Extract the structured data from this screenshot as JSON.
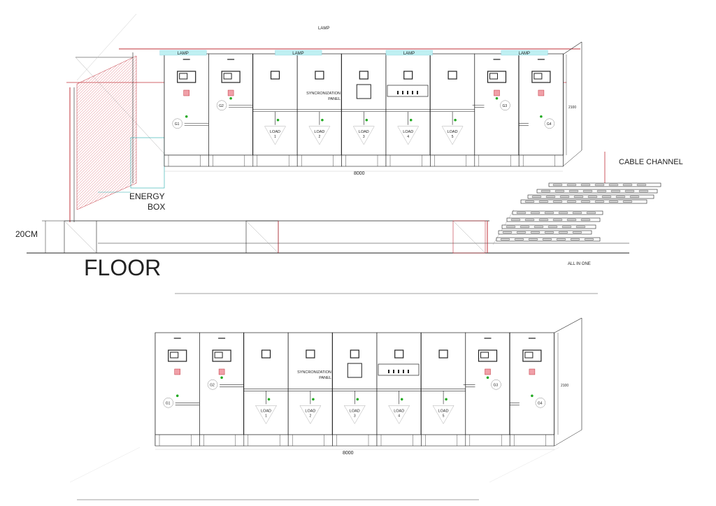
{
  "labels": {
    "lamp_top": "LAMP",
    "lamp": "LAMP",
    "energy_box": [
      "ENERGY",
      "BOX"
    ],
    "height_20cm": "20CM",
    "floor": "FLOOR",
    "cable_channel": "CABLE CHANNEL",
    "all_in_one": "ALL IN ONE",
    "width_dim": "8000",
    "height_dim": "2100",
    "sync_panel": [
      "SYNCRONIZATION",
      "PANEL"
    ]
  },
  "panels": [
    {
      "type": "generator",
      "id": "G1"
    },
    {
      "type": "generator",
      "id": "G2"
    },
    {
      "type": "load",
      "load": "LOAD",
      "num": "1"
    },
    {
      "type": "load",
      "load": "LOAD",
      "num": "2"
    },
    {
      "type": "sync",
      "load": "LOAD",
      "num": "3"
    },
    {
      "type": "load",
      "load": "LOAD",
      "num": "4",
      "busmeter": true
    },
    {
      "type": "load",
      "load": "LOAD",
      "num": "5"
    },
    {
      "type": "generator",
      "id": "G3"
    },
    {
      "type": "generator",
      "id": "G4"
    }
  ],
  "colors": {
    "line": "#222222",
    "red": "#c0303a",
    "lamp": "#bff0f2",
    "green": "#22aa22",
    "breaker": "#f0a0a8"
  }
}
